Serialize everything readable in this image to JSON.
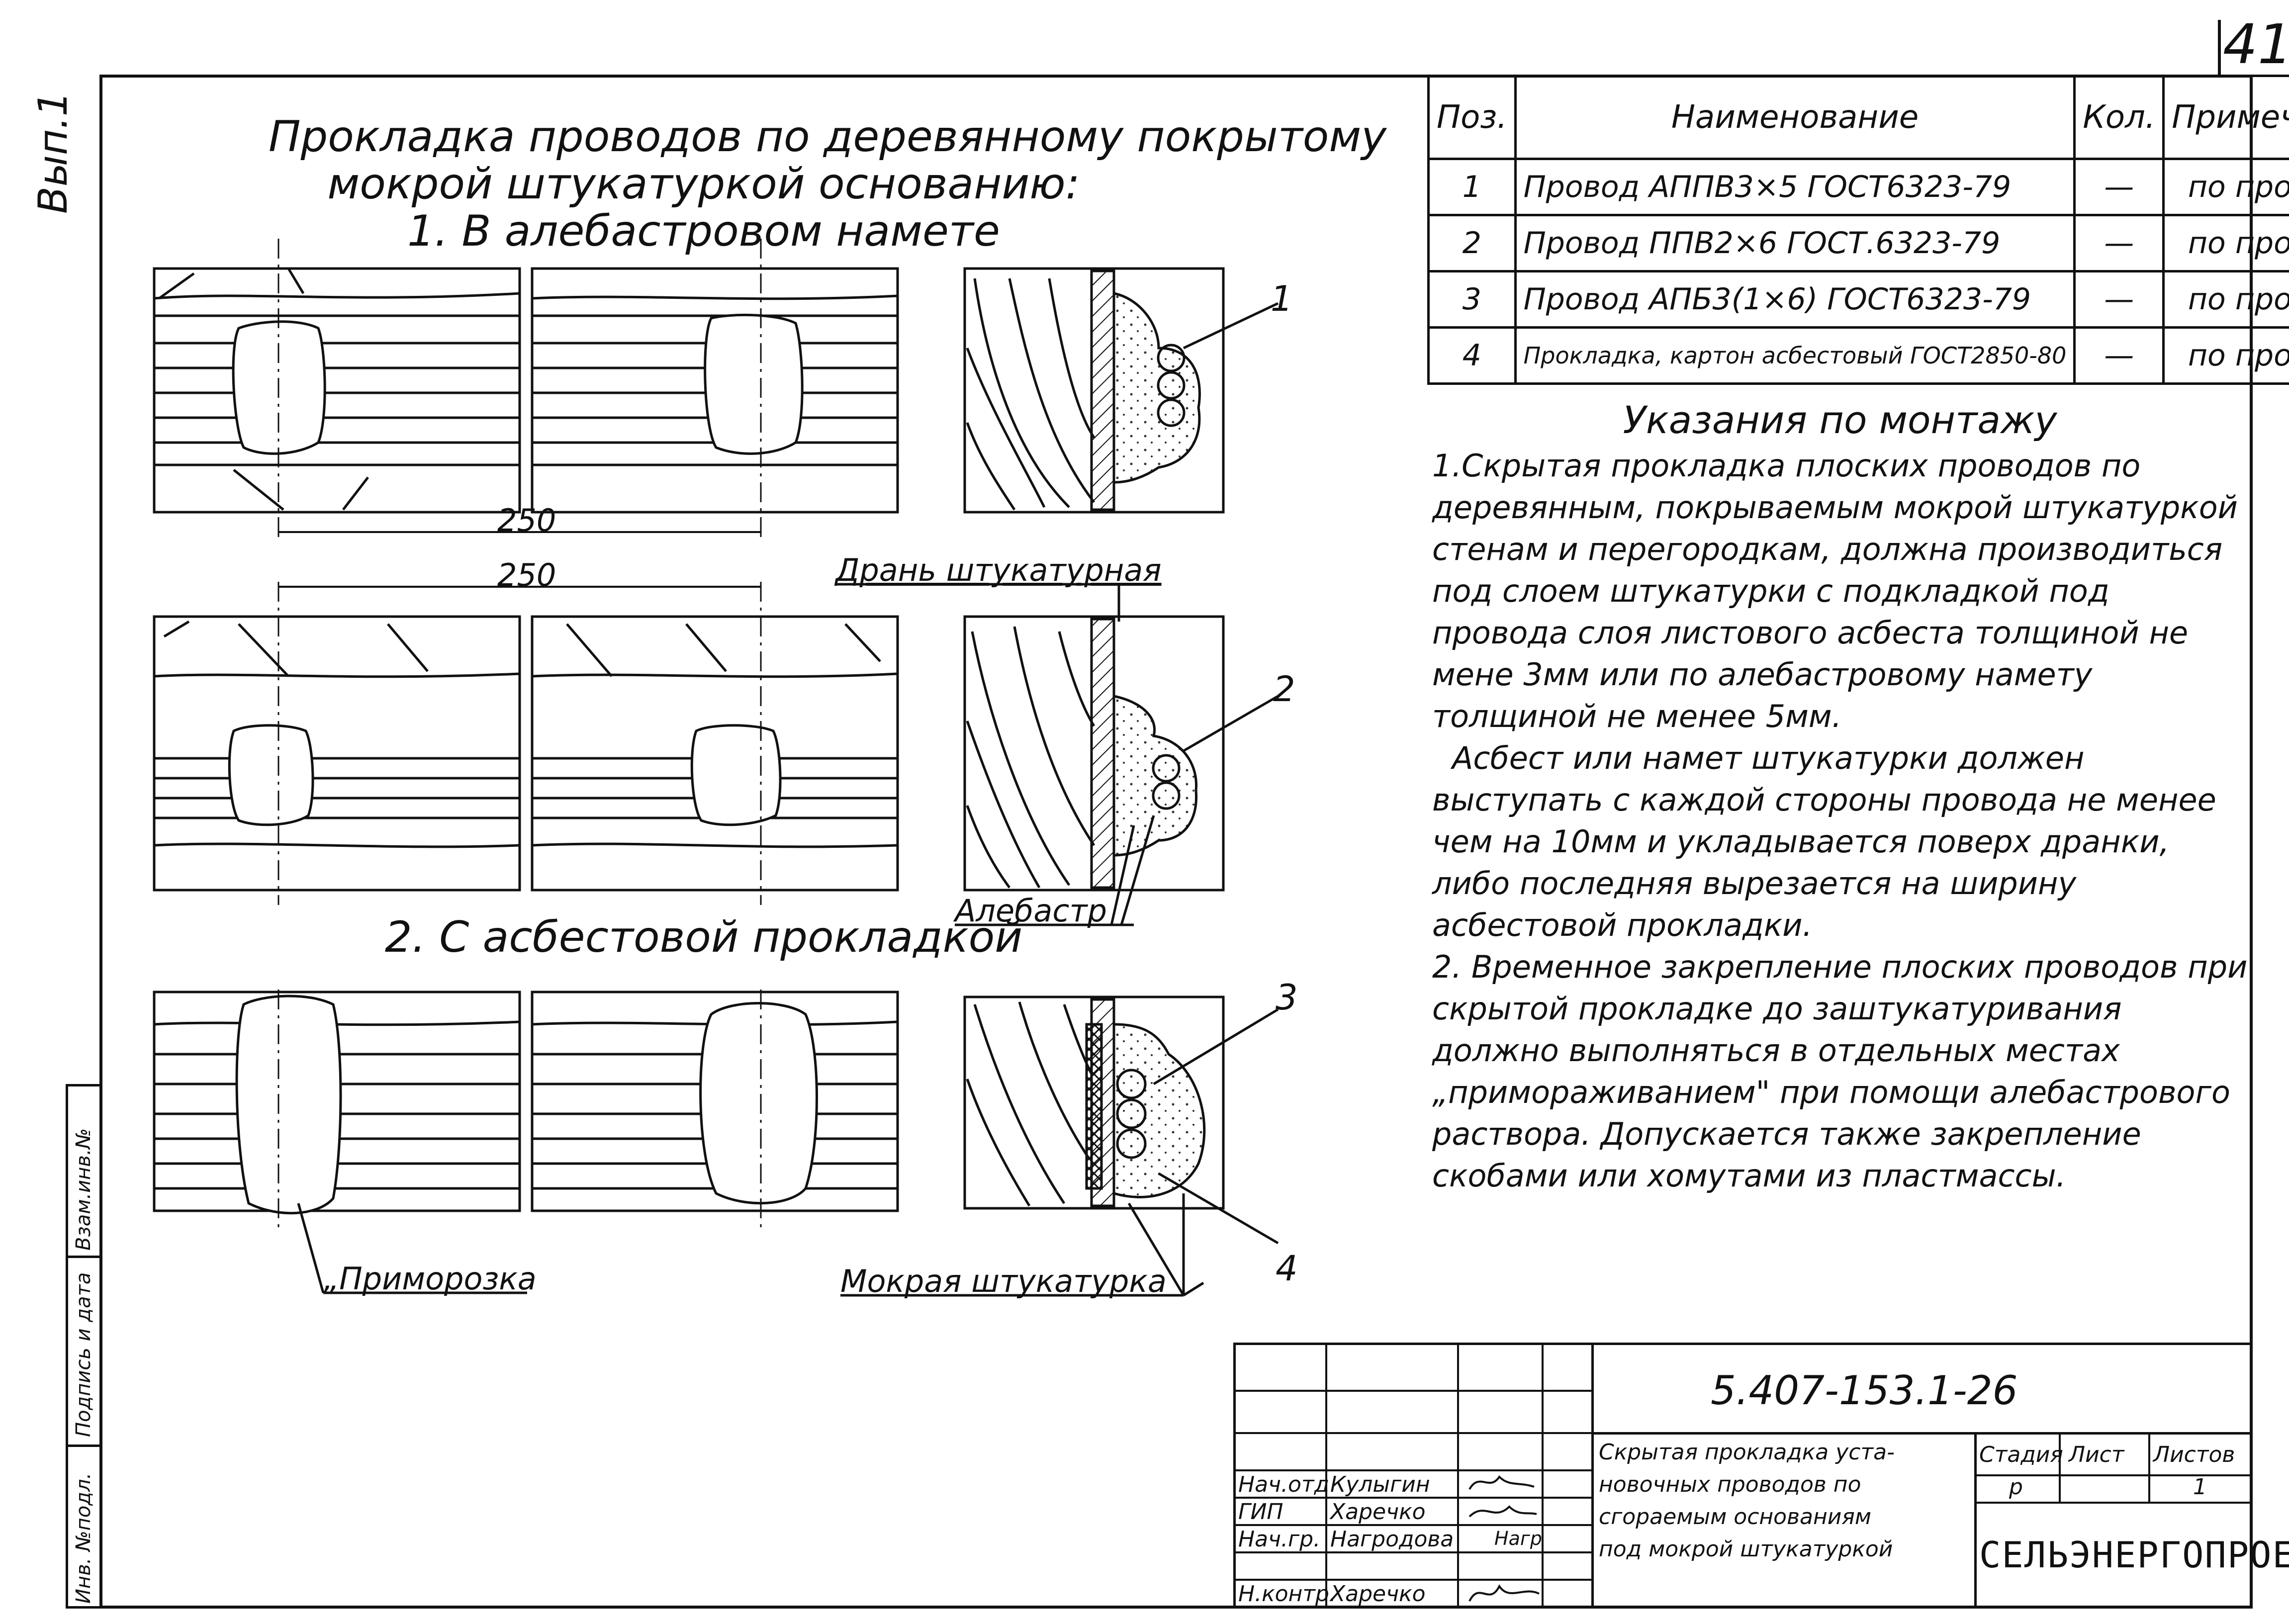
{
  "page_number": "41",
  "side_label": "Вып.1",
  "title": {
    "line1": "Прокладка проводов по деревянному покрытому",
    "line2": "мокрой штукатуркой основанию:",
    "line3": "1. В алебастровом намете"
  },
  "section2_title": "2. С асбестовой прокладкой",
  "drawing": {
    "dim_top": "250",
    "dim_middle": "250",
    "label_dran": "Дрань штукатурная",
    "label_alebastr": "Алебастр",
    "label_primorozka": "„Приморозка",
    "label_mokraya": "Мокрая штукатурка",
    "callouts": [
      "1",
      "2",
      "3",
      "4"
    ]
  },
  "spec_table": {
    "headers": [
      "Поз.",
      "Наименование",
      "Кол.",
      "Примечание"
    ],
    "rows": [
      [
        "1",
        "Провод АППВ3×5 ГОСТ6323-79",
        "—",
        "по проекту"
      ],
      [
        "2",
        "Провод ППВ2×6 ГОСТ.6323-79",
        "—",
        "по проекту"
      ],
      [
        "3",
        "Провод АПБ3(1×6) ГОСТ6323-79",
        "—",
        "по проекту"
      ],
      [
        "4",
        "Прокладка, картон асбестовый ГОСТ2850-80",
        "—",
        "по проекту"
      ]
    ]
  },
  "notes": {
    "title": "Указания по монтажу",
    "paragraphs": [
      "1.Скрытая прокладка плоских проводов по деревянным, покрываемым мокрой штукатуркой стенам и перегородкам, должна производиться под слоем штукатурки с подкладкой под провода слоя листового асбеста толщиной не мене 3мм или по алебастровому намету толщиной не менее 5мм.",
      "Асбест или намет штукатурки должен выступать с каждой стороны провода не менее чем на 10мм и укладывается поверх дранки, либо последняя вырезается на ширину асбестовой прокладки.",
      "2. Временное закрепление плоских проводов при скрытой прокладке до заштукатуривания должно выполняться в отдельных местах „примораживанием\" при помощи алебастрового раствора. Допускается также закрепление скобами или хомутами из пластмассы."
    ]
  },
  "title_block": {
    "code": "5.407-153.1-26",
    "description": [
      "Скрытая прокладка уста-",
      "новочных проводов по",
      "сгораемым основаниям",
      "под мокрой штукатуркой"
    ],
    "roles": [
      "Нач.отд",
      "ГИП",
      "Нач.гр.",
      "Н.контр."
    ],
    "names": [
      "Кулыгин",
      "Харечко",
      "Нагродова",
      "Харечко"
    ],
    "signature_note": "Нагр",
    "stage_header": "Стадия",
    "sheet_header": "Лист",
    "sheets_header": "Листов",
    "stage_value": "р",
    "sheets_value": "1",
    "organization": "СЕЛЬЭНЕРГОПРОЕКТ"
  },
  "left_stamp": [
    "Инв. №подл.",
    "Подпись и дата",
    "Взам.инв.№"
  ]
}
